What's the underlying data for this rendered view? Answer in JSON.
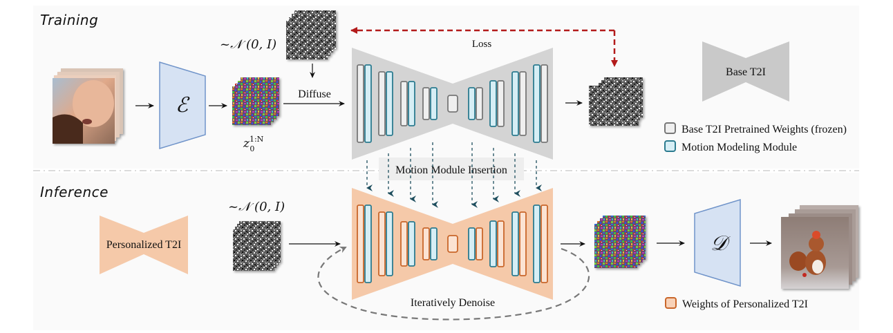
{
  "figure": {
    "sections": {
      "training": {
        "title": "Training"
      },
      "inference": {
        "title": "Inference"
      }
    },
    "training": {
      "noise_label": "~𝒩 (0, I)",
      "encoder_symbol": "ℰ",
      "latent_label": "z",
      "latent_subscript": "0",
      "latent_superscript": "1:N",
      "diffuse_label": "Diffuse",
      "loss_label": "Loss",
      "unet_layers": 4
    },
    "insertion_label": "Motion Module Insertion",
    "inference": {
      "model_label": "Personalized T2I",
      "noise_label": "~𝒩 (0, I)",
      "decoder_symbol": "𝒟",
      "loop_label": "Iteratively Denoise"
    },
    "legend": {
      "base_model_label": "Base T2I",
      "items": [
        {
          "label": "Base T2I Pretrained Weights (frozen)",
          "kind": "frozen"
        },
        {
          "label": "Motion Modeling Module",
          "kind": "motion"
        },
        {
          "label": "Weights of Personalized T2I",
          "kind": "personalized"
        }
      ]
    },
    "colors": {
      "base_gray": "#d4d4d4",
      "frozen_fill": "#efefef",
      "frozen_stroke": "#777777",
      "motion_fill": "#d6eef5",
      "motion_stroke": "#2b7b8f",
      "personalized_bg": "#f5c9a9",
      "personalized_fill": "#fbe3d3",
      "personalized_stroke": "#c9662a",
      "encoder_fill": "#d6e2f3",
      "encoder_stroke": "#6f93c9",
      "loss_arrow": "#b31b1b",
      "insertion_arrow": "#1e4e5e",
      "loop_dash": "#777777"
    }
  }
}
